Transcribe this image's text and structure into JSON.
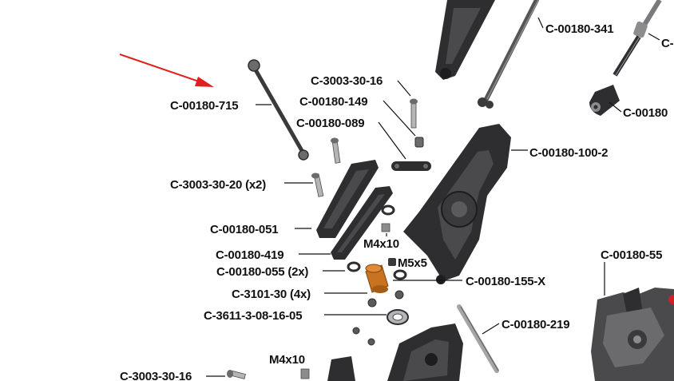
{
  "labels": {
    "c00180_341": "C-00180-341",
    "c_partial_top": "C-",
    "c3003_30_16_top": "C-3003-30-16",
    "c00180_715": "C-00180-715",
    "c00180_149": "C-00180-149",
    "c00180_partial_right": "C-00180",
    "c00180_089": "C-00180-089",
    "c00180_100_2": "C-00180-100-2",
    "c3003_30_20": "C-3003-30-20 (x2)",
    "c00180_051": "C-00180-051",
    "m4x10_mid": "M4x10",
    "c00180_419": "C-00180-419",
    "m5x5": "M5x5",
    "c00180_55_partial": "C-00180-55",
    "c00180_055": "C-00180-055 (2x)",
    "c00180_155_x": "C-00180-155-X",
    "c3101_30": "C-3101-30 (4x)",
    "c3611": "C-3611-3-08-16-05",
    "c00180_219": "C-00180-219",
    "m4x10_bottom": "M4x10",
    "c3003_30_16_bottom": "C-3003-30-16"
  },
  "colors": {
    "part_dark": "#2e2e30",
    "part_mid": "#4a4a4d",
    "part_light": "#8c8c8f",
    "accent_orange": "#c8731f",
    "arrow_red": "#e0201f",
    "text": "#111111"
  }
}
